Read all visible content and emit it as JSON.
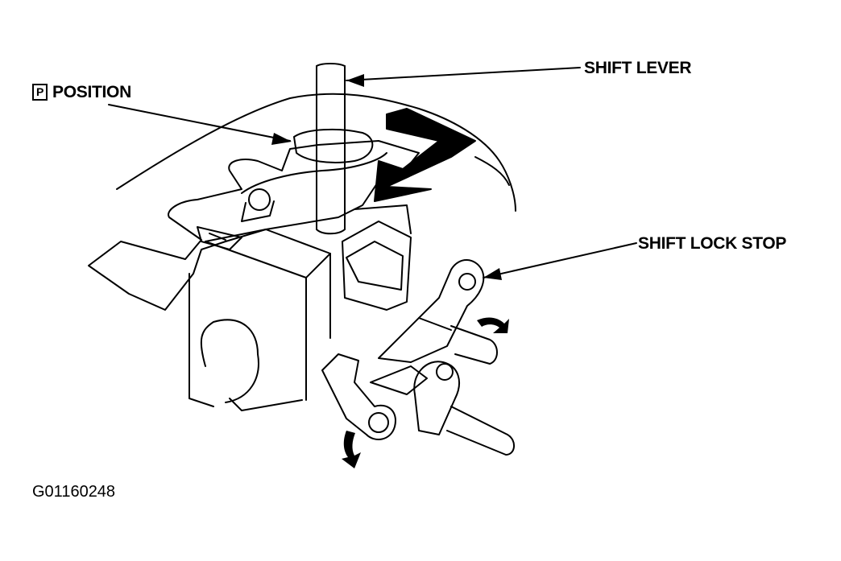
{
  "labels": {
    "shift_lever": "SHIFT LEVER",
    "position_marker": "P",
    "position": "POSITION",
    "shift_lock_stop": "SHIFT LOCK STOP"
  },
  "figure_id": "G01160248",
  "colors": {
    "ink": "#000000",
    "paper": "#ffffff"
  }
}
